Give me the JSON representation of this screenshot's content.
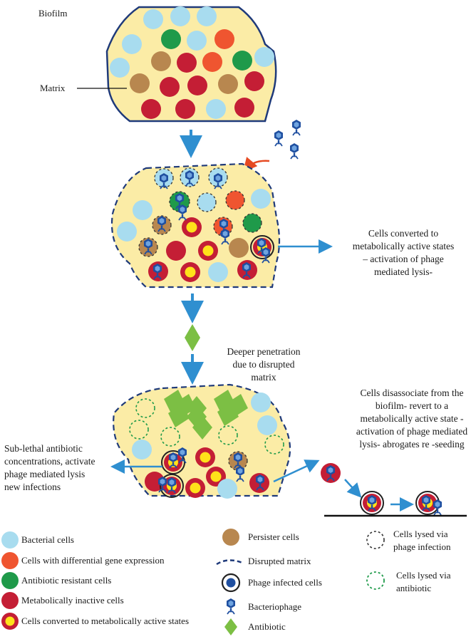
{
  "colors": {
    "matrix_fill": "#fbeca6",
    "matrix_stroke": "#1f3a7a",
    "bacterial": "#a8dcef",
    "differential": "#ef5530",
    "resistant": "#1f9a4a",
    "inactive": "#c41e35",
    "persister": "#b8874f",
    "converted_ring": "#c41e35",
    "converted_core": "#ffe21a",
    "phage": "#1f4fa0",
    "antibiotic": "#7cbf44",
    "arrow_blue": "#2f8fd0",
    "arrow_red": "#e64a22",
    "ground_line": "#111111"
  },
  "diagram": {
    "biofilm_label": "Biofilm",
    "matrix_label": "Matrix",
    "stage2_annotation": [
      "Cells converted to",
      "metabolically active states",
      "– activation of phage",
      "mediated lysis-"
    ],
    "penetration_annotation": [
      "Deeper penetration",
      "due to disrupted",
      "matrix"
    ],
    "sublethal_annotation": [
      "Sub-lethal      antibiotic",
      "concentrations, activate",
      "phage mediated lysis",
      "new infections"
    ],
    "disassociate_annotation": [
      "Cells disassociate from the",
      "biofilm- revert to a",
      "metabolically active state -",
      "activation of phage mediated",
      "lysis- abrogates re -seeding"
    ]
  },
  "legend": {
    "bacterial": "Bacterial cells",
    "differential": "Cells with differential gene expression",
    "resistant": "Antibiotic resistant cells",
    "inactive": "Metabolically inactive cells",
    "converted": "Cells converted to metabolically active states",
    "persister": "Persister cells",
    "disrupted": "Disrupted matrix",
    "phage_infected": "Phage infected cells",
    "bacteriophage": "Bacteriophage",
    "antibiotic": "Antibiotic",
    "lysed_phage": [
      "Cells lysed via",
      "phage infection"
    ],
    "lysed_antibiotic": [
      "Cells lysed via",
      "antibiotic"
    ]
  }
}
